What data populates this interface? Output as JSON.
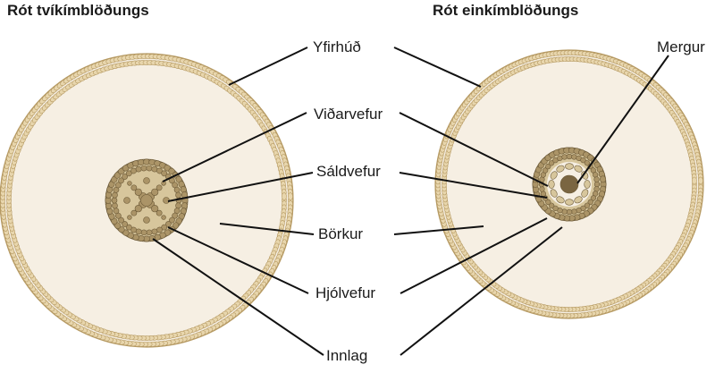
{
  "titles": {
    "dicot": "Rót tvíkímblöðungs",
    "monocot": "Rót einkímblöðungs"
  },
  "labels": {
    "epidermis": "Yfirhúð",
    "xylem": "Viðarvefur",
    "phloem": "Sáldvefur",
    "cortex": "Börkur",
    "pericycle": "Hjólvefur",
    "endodermis": "Innlag",
    "pith": "Mergur"
  },
  "colors": {
    "cortex_fill": "#f6efe3",
    "epidermis_cell": "#e8d6ad",
    "epidermis_edge": "#b69a63",
    "stele_fill": "#d7c69c",
    "stele_cell": "#ab9467",
    "stele_edge": "#6c5a38",
    "xylem_dark": "#7a6541",
    "leader_line": "#111111",
    "text": "#1a1a1a"
  }
}
